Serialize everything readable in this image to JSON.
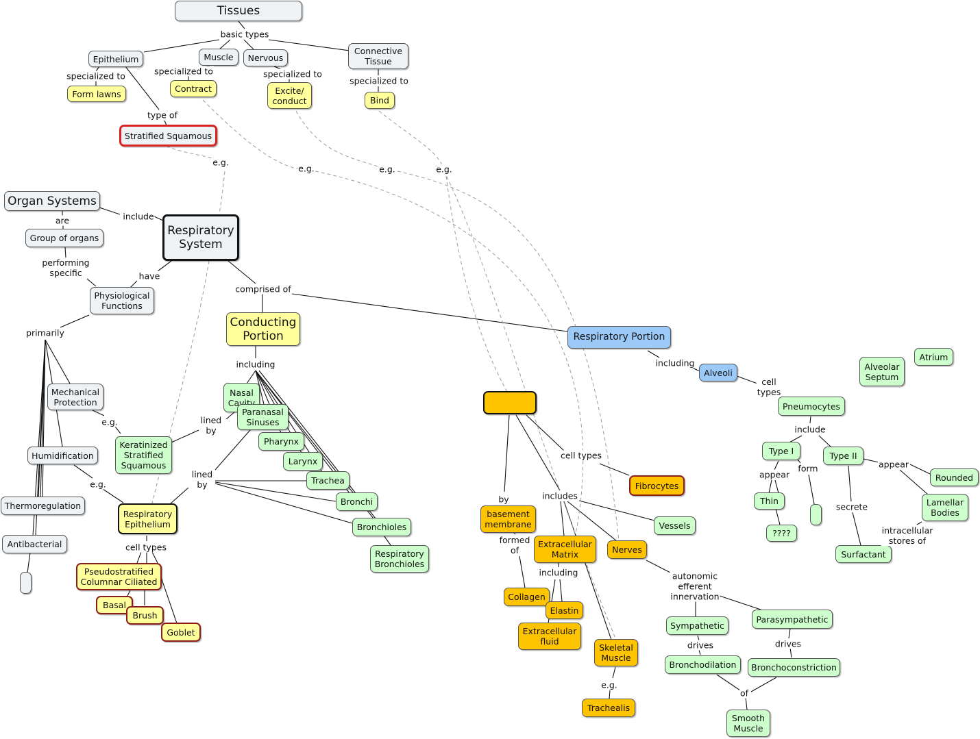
{
  "nodes": {
    "tissues": "Tissues",
    "epithelium": "Epithelium",
    "muscle": "Muscle",
    "nervous": "Nervous",
    "connective_tissue": "Connective\nTissue",
    "form_lawns": "Form lawns",
    "contract": "Contract",
    "excite_conduct": "Excite/\nconduct",
    "bind": "Bind",
    "stratified_squamous": "Stratified Squamous",
    "organ_systems": "Organ Systems",
    "respiratory_system": "Respiratory\nSystem",
    "group_of_organs": "Group of organs",
    "physiological_functions": "Physiological\nFunctions",
    "conducting_portion": "Conducting\nPortion",
    "respiratory_portion": "Respiratory Portion",
    "mechanical_protection": "Mechanical\nProtection",
    "humidification": "Humidification",
    "thermoregulation": "Thermoregulation",
    "antibacterial": "Antibacterial",
    "empty_left": "",
    "keratinized": "Keratinized\nStratified\nSquamous",
    "respiratory_epithelium": "Respiratory\nEpithelium",
    "pseudostratified": "Pseudostratified\nColumnar Ciliated",
    "basal": "Basal",
    "brush": "Brush",
    "goblet": "Goblet",
    "nasal_cavity": "Nasal\nCavity",
    "paranasal_sinuses": "Paranasal\nSinuses",
    "pharynx": "Pharynx",
    "larynx": "Larynx",
    "trachea": "Trachea",
    "bronchi": "Bronchi",
    "bronchioles": "Bronchioles",
    "respiratory_bronchioles": "Respiratory\nBronchioles",
    "connective_hub": "",
    "basement_membrane": "basement\nmembrane",
    "extracellular_matrix": "Extracellular\nMatrix",
    "nerves": "Nerves",
    "fibrocytes": "Fibrocytes",
    "vessels": "Vessels",
    "collagen": "Collagen",
    "elastin": "Elastin",
    "extracellular_fluid": "Extracellular\nfluid",
    "skeletal_muscle": "Skeletal\nMuscle",
    "trachealis": "Trachealis",
    "sympathetic": "Sympathetic",
    "parasympathetic": "Parasympathetic",
    "bronchodilation": "Bronchodilation",
    "bronchoconstriction": "Bronchoconstriction",
    "smooth_muscle": "Smooth\nMuscle",
    "alveoli": "Alveoli",
    "alveolar_septum": "Alveolar\nSeptum",
    "atrium": "Atrium",
    "pneumocytes": "Pneumocytes",
    "type_i": "Type I",
    "type_ii": "Type II",
    "thin": "Thin",
    "qqqq": "????",
    "empty_small": "",
    "rounded": "Rounded",
    "lamellar_bodies": "Lamellar\nBodies",
    "surfactant": "Surfactant"
  },
  "labels": {
    "basic_types": "basic types",
    "specialized_to_1": "specialized to",
    "specialized_to_2": "specialized to",
    "specialized_to_3": "specialized to",
    "specialized_to_4": "specialized to",
    "type_of": "type of",
    "eg_1": "e.g.",
    "eg_2": "e.g.",
    "eg_3": "e.g.",
    "eg_4": "e.g.",
    "include": "include",
    "are": "are",
    "performing_specific": "performing\nspecific",
    "have": "have",
    "comprised_of": "comprised of",
    "primarily": "primarily",
    "eg_mech": "e.g.",
    "eg_humid": "e.g.",
    "lined_by_1": "lined\nby",
    "lined_by_2": "lined\nby",
    "including_1": "including",
    "cell_types_1": "cell types",
    "including_2": "including",
    "cell_types_2": "cell types",
    "by": "by",
    "includes": "includes",
    "formed_of": "formed\nof",
    "including_3": "including",
    "autonomic": "autonomic\nefferent\ninnervation",
    "drives_1": "drives",
    "drives_2": "drives",
    "of": "of",
    "eg_skel": "e.g.",
    "cell_types_3": "cell\ntypes",
    "include_2": "include",
    "appear_1": "appear",
    "form": "form",
    "appear_2": "appear",
    "secrete": "secrete",
    "intracellular": "intracellular\nstores of"
  },
  "colors": {
    "gray": "#eef2f5",
    "yellow": "#ffff9c",
    "green": "#ccffcc",
    "orange": "#ffc400",
    "blue": "#9bc9f8",
    "highlight_red": "#d92323"
  }
}
